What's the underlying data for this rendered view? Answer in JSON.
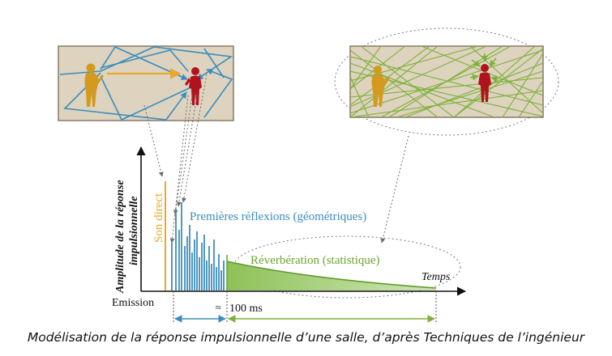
{
  "diagram": {
    "ylabel_line1": "Amplitude de la réponse",
    "ylabel_line2": "impulsionnelle",
    "label_direct": "Son direct",
    "label_early": "Premières réflexions (géométriques)",
    "label_reverb": "Réverbération (statistique)",
    "label_time": "Temps",
    "label_emission": "Emission",
    "label_approx": "≈",
    "label_100ms": "100 ms"
  },
  "caption": "Modélisation de la réponse impulsionnelle d’une salle, d’après Techniques de l’ingénieur",
  "colors": {
    "direct": "#E8A92A",
    "early": "#3C8DBC",
    "reverb": "#7DB13A",
    "person_source": "#D49A1F",
    "person_listener": "#B0121E",
    "room_bg": "#DDD3BF"
  },
  "icons": [
    "speaker-person-icon",
    "listener-person-icon"
  ]
}
